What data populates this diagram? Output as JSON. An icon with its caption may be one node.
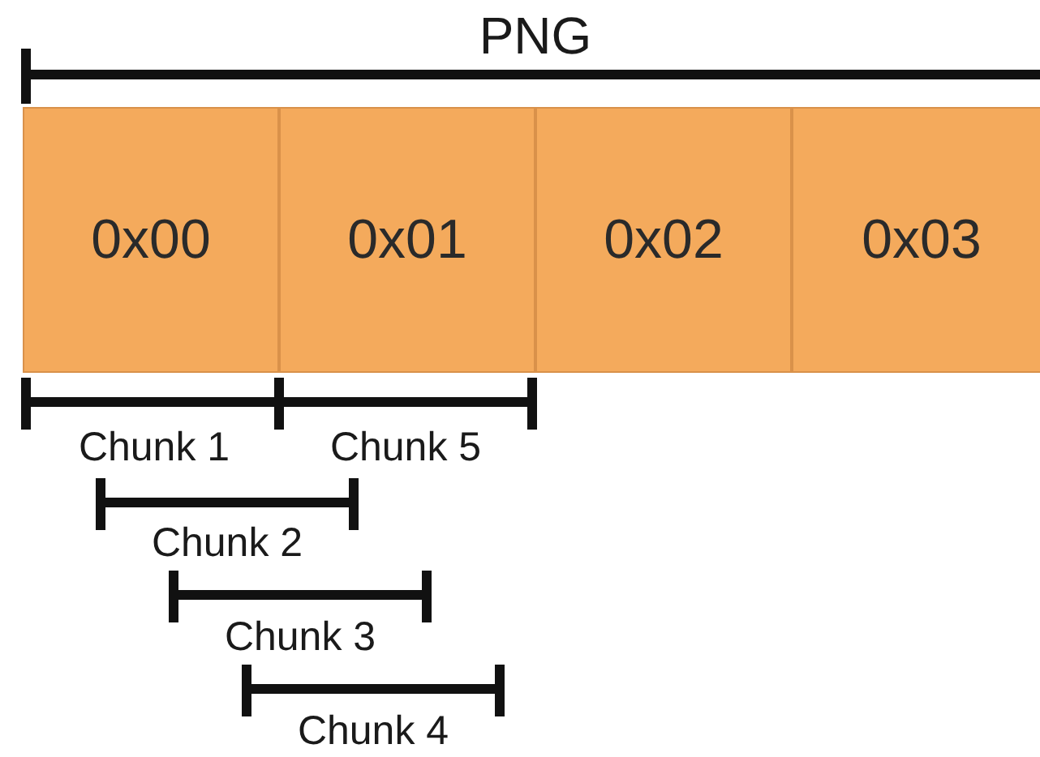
{
  "diagram": {
    "nodes": [
      {
        "text": [
          "0x00"
        ]
      },
      {
        "text": [
          "0x01"
        ]
      },
      {
        "text": [
          "0x02"
        ]
      },
      {
        "text": [
          "0x03"
        ]
      }
    ],
    "labels": [
      "PNG",
      "Chunk 1",
      "Chunk 5",
      "Chunk 2",
      "Chunk 3",
      "Chunk 4"
    ]
  }
}
